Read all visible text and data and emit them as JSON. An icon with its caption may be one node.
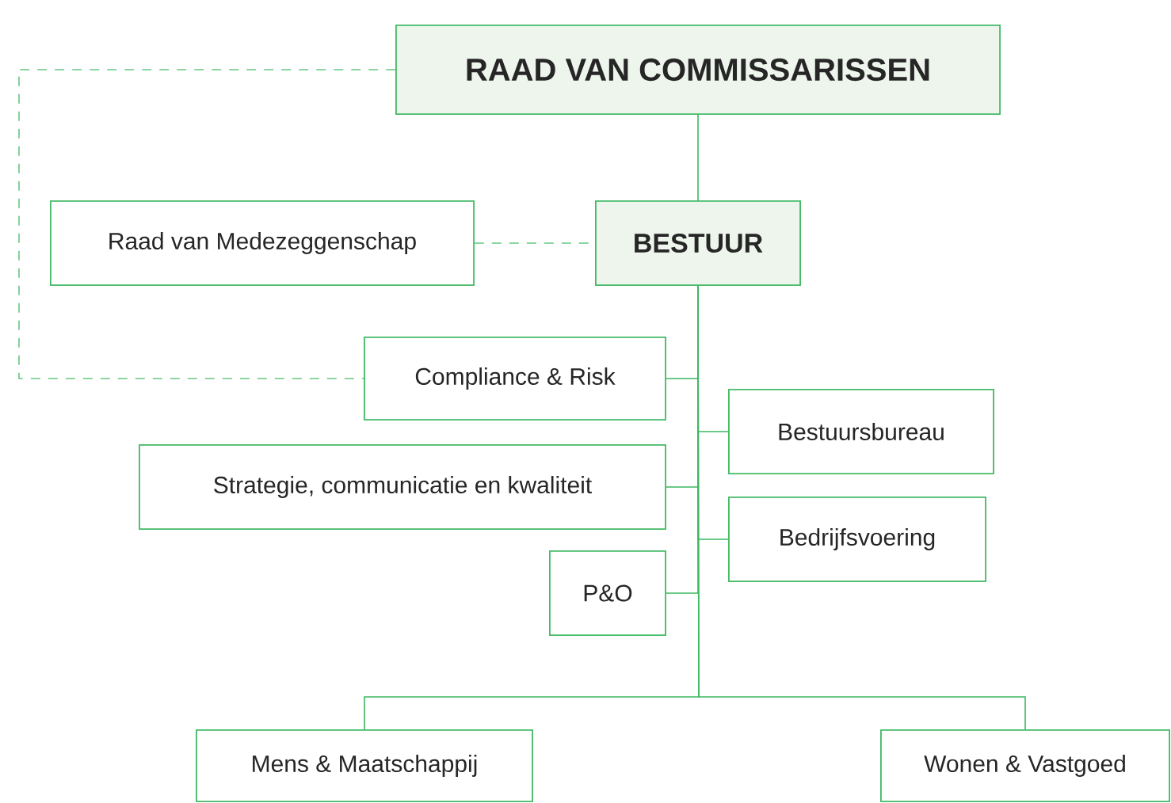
{
  "diagram": {
    "nodes": [
      {
        "text": [
          "RAAD VAN COMMISSARISSEN"
        ]
      },
      {
        "text": [
          "Raad van Medezeggenschap"
        ]
      },
      {
        "text": [
          "BESTUUR"
        ]
      },
      {
        "text": [
          "Compliance & Risk"
        ]
      },
      {
        "text": [
          "Bestuursbureau"
        ]
      },
      {
        "text": [
          "Strategie, communicatie en kwaliteit"
        ]
      },
      {
        "text": [
          "Bedrijfsvoering"
        ]
      },
      {
        "text": [
          "P&O"
        ]
      },
      {
        "text": [
          "Mens & Maatschappij"
        ]
      },
      {
        "text": [
          "Wonen & Vastgoed"
        ]
      }
    ],
    "edges": [
      {
        "from": 0,
        "to": 2,
        "arrow": "none"
      },
      {
        "from": 0,
        "to": 3,
        "arrow": "none",
        "style": "dashed"
      },
      {
        "from": 1,
        "to": 2,
        "arrow": "none",
        "style": "dashed"
      },
      {
        "from": 2,
        "to": 3,
        "arrow": "none"
      },
      {
        "from": 2,
        "to": 4,
        "arrow": "none"
      },
      {
        "from": 2,
        "to": 5,
        "arrow": "none"
      },
      {
        "from": 2,
        "to": 6,
        "arrow": "none"
      },
      {
        "from": 2,
        "to": 7,
        "arrow": "none"
      },
      {
        "from": 2,
        "to": 8,
        "arrow": "none"
      },
      {
        "from": 2,
        "to": 9,
        "arrow": "none"
      }
    ]
  }
}
